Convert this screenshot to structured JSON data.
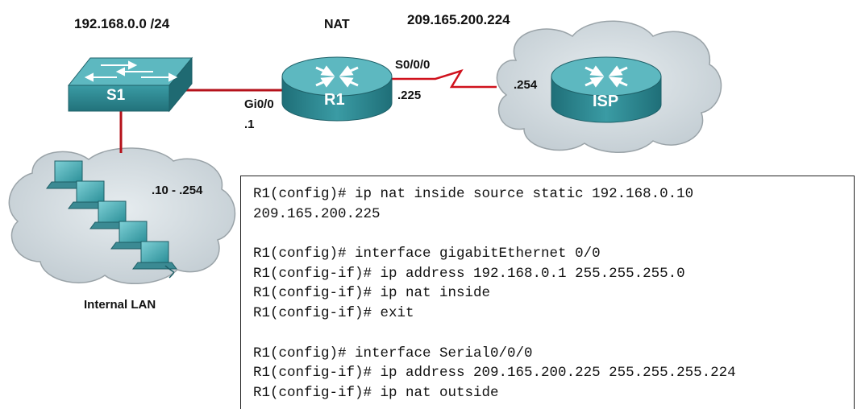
{
  "labels": {
    "lan_network": "192.168.0.0 /24",
    "nat": "NAT",
    "public_network": "209.165.200.224",
    "r1_serial_if": "S0/0/0",
    "r1_gig_if": "Gi0/0",
    "r1_gig_host": ".1",
    "r1_serial_host": ".225",
    "isp_host": ".254",
    "lan_hosts": ".10 - .254",
    "lan_name": "Internal LAN"
  },
  "devices": {
    "switch": "S1",
    "router": "R1",
    "isp": "ISP"
  },
  "colors": {
    "device_teal": "#2f8d96",
    "device_top": "#5db8c0",
    "link_red": "#b5121b",
    "cloud_fill": "#d4dde2",
    "cloud_stroke": "#9aa3a8"
  },
  "config": {
    "lines": [
      "R1(config)# ip nat inside source static 192.168.0.10",
      "209.165.200.225",
      "",
      "R1(config)# interface gigabitEthernet 0/0",
      "R1(config-if)# ip address 192.168.0.1 255.255.255.0",
      "R1(config-if)# ip nat inside",
      "R1(config-if)# exit",
      "",
      "R1(config)# interface Serial0/0/0",
      "R1(config-if)# ip address 209.165.200.225 255.255.255.224",
      "R1(config-if)# ip nat outside"
    ]
  }
}
